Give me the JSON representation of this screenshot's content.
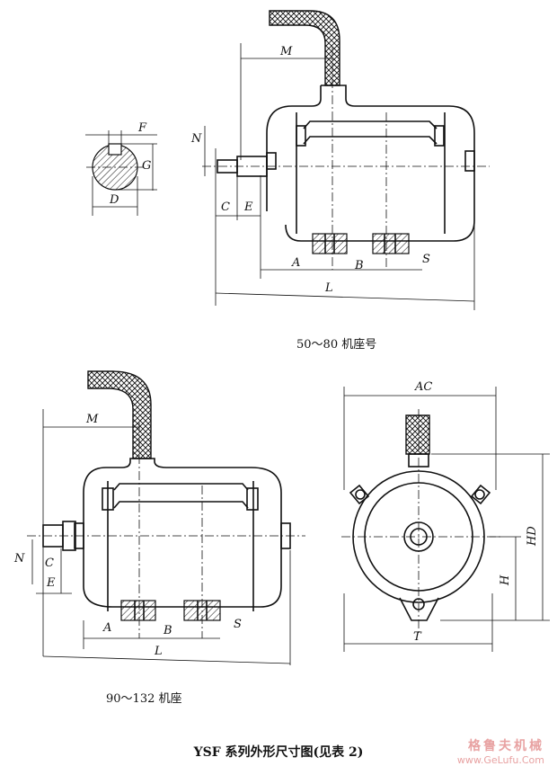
{
  "labels": {
    "top_view": {
      "M": "M",
      "N": "N",
      "C": "C",
      "E": "E",
      "A": "A",
      "B": "B",
      "S": "S",
      "L": "L"
    },
    "key_section": {
      "F": "F",
      "G": "G",
      "D": "D"
    },
    "bottom_view": {
      "M": "M",
      "N": "N",
      "C": "C",
      "E": "E",
      "A": "A",
      "B": "B",
      "S": "S",
      "L": "L"
    },
    "end_view": {
      "AC": "AC",
      "HD": "HD",
      "H": "H",
      "T": "T"
    }
  },
  "captions": {
    "frame_50_80": "50～80 机座号",
    "frame_90_132": "90～132 机座"
  },
  "title": "YSF 系列外形尺寸图(见表 2)",
  "watermark": {
    "chinese": "格鲁夫机械",
    "url": "www.GeLufu.Com"
  },
  "colors": {
    "line": "#111111",
    "watermark": "#e8a2a2"
  }
}
